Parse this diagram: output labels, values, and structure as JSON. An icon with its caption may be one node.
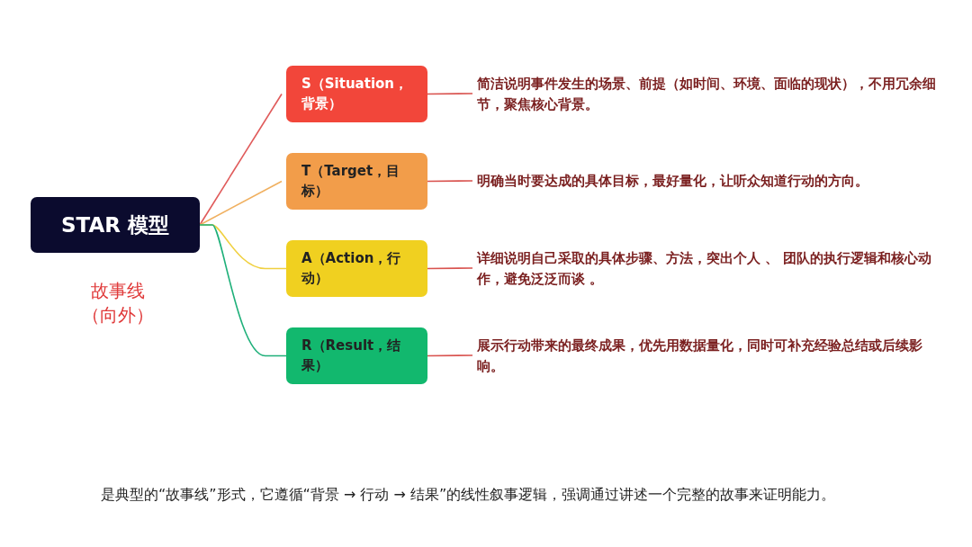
{
  "diagram": {
    "caption": "是典型的“故事线”形式，它遵循“背景 → 行动 → 结果”的线性叙事逻辑，强调通过讲述一个完整的故事来证明能力。",
    "nodes": [
      {
        "text": [
          "STAR 模型"
        ]
      },
      {
        "text": [
          "S（Situation，背景）"
        ]
      },
      {
        "text": [
          "T（Target，目标）"
        ]
      },
      {
        "text": [
          "A（Action，行动）"
        ]
      },
      {
        "text": [
          "R（Result，结果）"
        ]
      },
      {
        "text": [
          "简洁说明事件发生的场景、前提（如时间、环境、面临的现状），不用冗余细节，聚焦核心背景。"
        ]
      },
      {
        "text": [
          "明确当时要达成的具体目标，最好量化，让听众知道行动的方向。"
        ]
      },
      {
        "text": [
          "详细说明自己采取的具体步骤、方法，突出个人 、 团队的执行逻辑和核心动作，避免泛泛而谈 。"
        ]
      },
      {
        "text": [
          "展示行动带来的最终成果，优先用数据量化，同时可补充经验总结或后续影响。"
        ]
      }
    ],
    "edges": [
      {
        "from": 0,
        "to": 1,
        "arrow": "none",
        "color": "#e05a5a"
      },
      {
        "from": 0,
        "to": 2,
        "arrow": "none",
        "color": "#f0b060"
      },
      {
        "from": 0,
        "to": 3,
        "arrow": "none",
        "color": "#f0d040"
      },
      {
        "from": 0,
        "to": 4,
        "arrow": "none",
        "color": "#1fb07a"
      },
      {
        "from": 1,
        "to": 5,
        "arrow": "none"
      },
      {
        "from": 2,
        "to": 6,
        "arrow": "none"
      },
      {
        "from": 3,
        "to": 7,
        "arrow": "none"
      },
      {
        "from": 4,
        "to": 8,
        "arrow": "none"
      }
    ],
    "labels": [
      "故事线（向外）"
    ]
  }
}
